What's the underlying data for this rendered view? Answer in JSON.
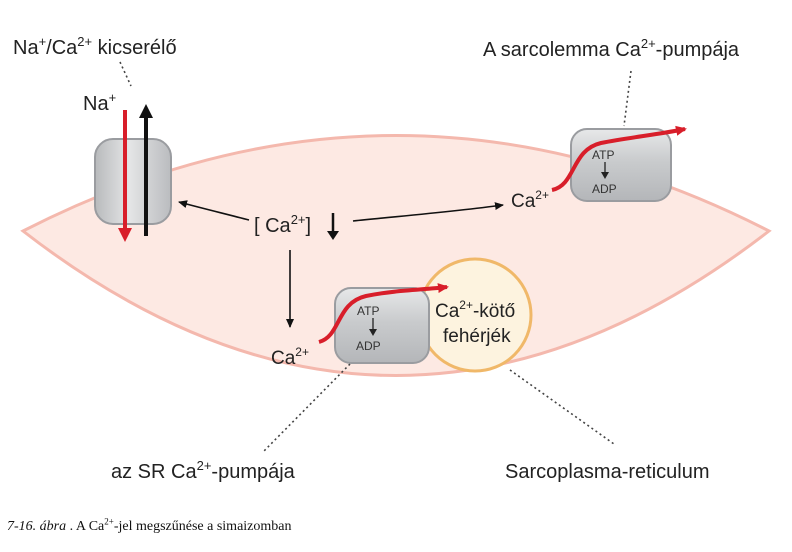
{
  "labels": {
    "exchanger_prefix": "Na",
    "exchanger_na_sup": "+",
    "exchanger_slash": "/Ca",
    "exchanger_ca_sup": "2+",
    "exchanger_suffix": " kicserélő",
    "na_ion": "Na",
    "na_ion_sup": "+",
    "sarcolemma_pump_prefix": "A sarcolemma Ca",
    "sarcolemma_pump_sup": "2+",
    "sarcolemma_pump_suffix": "-pumpája",
    "ca_bracket_open": "[ Ca",
    "ca_bracket_sup": "2+",
    "ca_bracket_close": "]",
    "ca_right": "Ca",
    "ca_right_sup": "2+",
    "ca_left": "Ca",
    "ca_left_sup": "2+",
    "atp": "ATP",
    "adp": "ADP",
    "binding_line1_prefix": "Ca",
    "binding_line1_sup": "2+",
    "binding_line1_suffix": "-kötő",
    "binding_line2": "fehérjék",
    "sr_pump_prefix": "az SR Ca",
    "sr_pump_sup": "2+",
    "sr_pump_suffix": "-pumpája",
    "reticulum": "Sarcoplasma-reticulum"
  },
  "caption": {
    "number": "7-16. ábra",
    "text_before": " . A Ca",
    "text_sup": "2+",
    "text_after": "-jel megszűnése a simaizomban"
  },
  "colors": {
    "cell_fill": "#fde9e3",
    "cell_stroke": "#f4b8ad",
    "pump_fill": "#c9cbcd",
    "pump_stroke": "#9a9ca0",
    "red_arrow": "#d81e2a",
    "black_arrow": "#111111",
    "sr_fill": "#fdf3df",
    "sr_stroke": "#f0b869"
  },
  "icons": {
    "exchanger": "na-ca-exchanger-icon",
    "pump": "calcium-pump-icon",
    "decrease": "down-arrow-icon"
  }
}
